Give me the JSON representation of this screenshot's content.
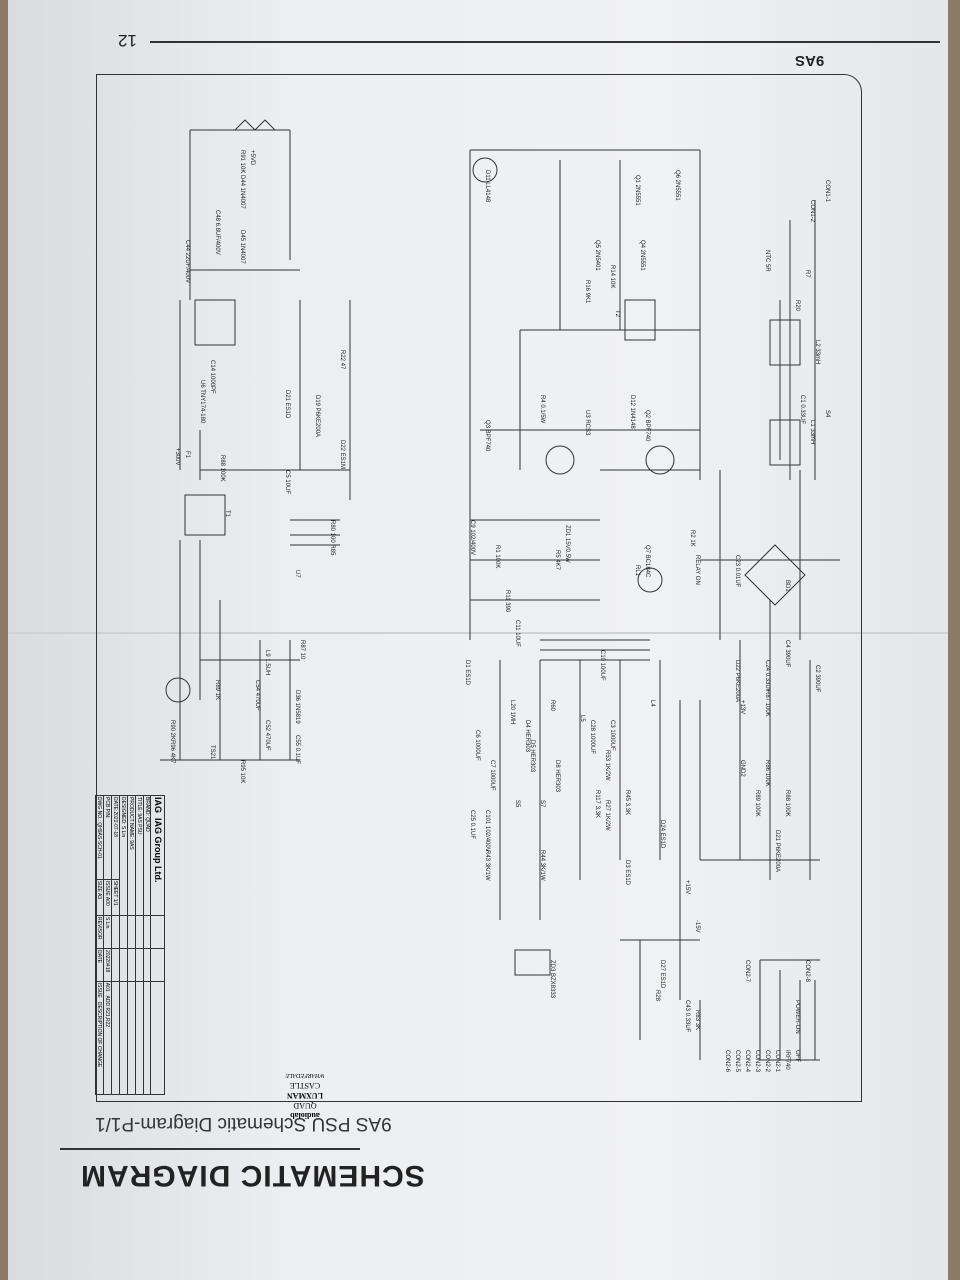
{
  "header": {
    "title": "SCHEMATIC DIAGRAM",
    "subtitle": "9AS PSU Schematic Diagram-P1/1",
    "page_number": "12",
    "model": "9AS"
  },
  "title_block": {
    "logo": "IAG",
    "company": "IAG Group Ltd.",
    "brand": "BRAND: QUAD",
    "title": "TITLE: 9AS PSU",
    "product_name": "PRODUCT NAME: 9AS",
    "designed": "DESIGNED: S.Lin",
    "date": "DATE:2022-07-18",
    "pcb_pn": "PCB P/N:",
    "dwg_no": "DWG NO.: QH9AS-SCH-01",
    "sheet": "SHEET 1/1",
    "issue": "ISSUE A00",
    "size": "SIZE A3",
    "rev_by": "S.Lin",
    "rev_date": "20220418",
    "rev_issue": "A01",
    "rev_desc": "ADD R21,R22",
    "col_revisor": "REVISOR",
    "col_date": "DATE",
    "col_issue": "ISSUE",
    "col_desc": "DESCRIPTION OF CHANGE"
  },
  "brands": [
    "audiolab",
    "QUAD",
    "LUXMAN",
    "CASTLE",
    "WHARFEDALE"
  ],
  "components": [
    "CON1-1",
    "CON1-2",
    "NTC 5R",
    "R7",
    "R20",
    "L2 33mH",
    "L1 33mH",
    "C1 0.33UF",
    "S4",
    "BD1",
    "C23 0.01UF",
    "RELAY ON",
    "RL1",
    "Q7 BC184C",
    "R2 1K",
    "D1 ES1D",
    "C9 102/400V",
    "ZD1 15V0.5W",
    "R1 100K",
    "R5 4K7",
    "R11 390",
    "C11 10UF",
    "C10 100UF",
    "T2",
    "U3 RCS3",
    "Q2 BPF740",
    "Q3 BPF740",
    "R4 0.1/5W",
    "D12 1N4148",
    "D11 LL4148",
    "Q1 2N5551",
    "Q4 2N5551",
    "Q5 2N5401",
    "Q6 2N5551",
    "R14 10K",
    "R16 9K1",
    "C14 1000PF",
    "U6 TNY174-180",
    "R88 100K",
    "C5 10UF",
    "D21 ES1D",
    "R22 47",
    "D22 ES1M",
    "D19 P6KE200A",
    "R80 100 R85",
    "T1",
    "U7",
    "R87 10",
    "D36 1N5819",
    "L9 1.5UH",
    "C52 470UF",
    "C54 470UF",
    "R89 1K",
    "R90 2K",
    "R96 4K7",
    "TS21",
    "R95 10K",
    "C55 0.1UF",
    "R91 10K",
    "+5VD",
    "D44 1N4007",
    "D45 1N4007",
    "C48 6.8UF/400V",
    "C44 22UF/400V",
    "L20 1MH",
    "R60",
    "D4 HER303",
    "D5 HER303",
    "D8 HER303",
    "C7 1000UF",
    "C6 1000UF",
    "C25 0.1UF",
    "C101 102/400V",
    "S5",
    "S7",
    "R43 3K/1W",
    "R44 3K/1W",
    "R53 1K/2W",
    "R27 1K/2W",
    "R117 3.3K",
    "R45 3.3K",
    "C28 1000UF",
    "C3 1000UF",
    "L5",
    "L4",
    "D24 ES1D",
    "D3 ES1D",
    "+15V",
    "-15V",
    "D27 ES1D",
    "R28",
    "C43 0.33UF",
    "R83 3K",
    "ZD3 BZX8333",
    "OFF",
    "IRF740",
    "CON2-1",
    "CON2-2",
    "CON2-3",
    "CON2-4",
    "CON2-5",
    "CON2-6",
    "CON2-7",
    "CON2-8",
    "POWER-ON",
    "+13V",
    "GND2",
    "R87 100K",
    "R86 100K",
    "R89 100K",
    "R88 100K",
    "D21 P6KE200A",
    "D22 P6KE200A",
    "C24 0.33UF",
    "C2 390UF",
    "C4 390UF",
    "+300V",
    "F1"
  ]
}
